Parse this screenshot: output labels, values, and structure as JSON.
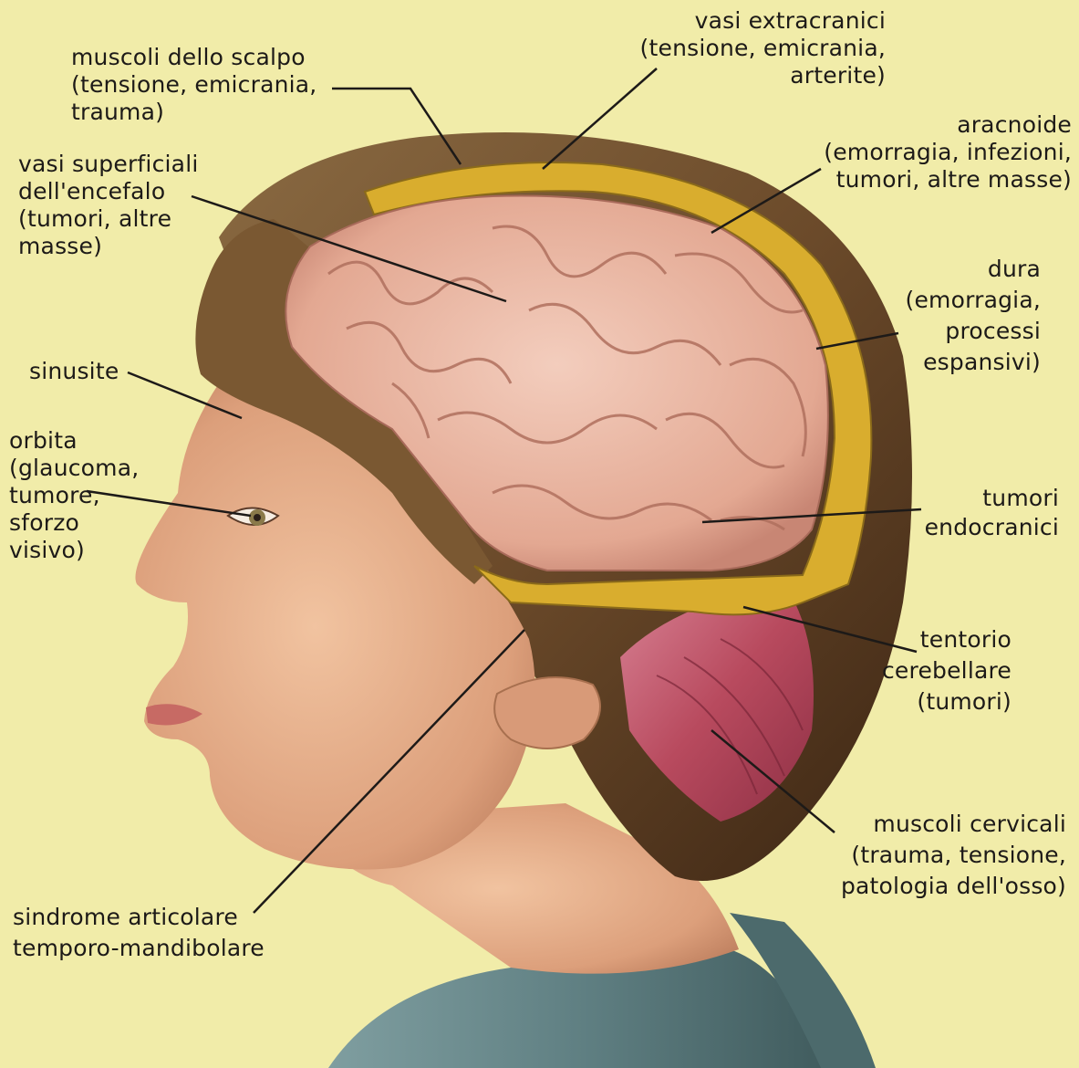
{
  "labels": {
    "muscoli_scalpo": [
      "muscoli dello scalpo",
      "(tensione, emicrania,",
      "trauma)"
    ],
    "vasi_extracranici": [
      "vasi extracranici",
      "(tensione, emicrania,",
      "arterite)"
    ],
    "aracnoide": [
      "aracnoide",
      "(emorragia, infezioni,",
      "tumori, altre masse)"
    ],
    "vasi_superficiali": [
      "vasi superficiali",
      "dell'encefalo",
      "(tumori, altre",
      "masse)"
    ],
    "dura": [
      "dura",
      "(emorragia,",
      "processi",
      "espansivi)"
    ],
    "sinusite": [
      "sinusite"
    ],
    "orbita": [
      "orbita",
      "(glaucoma,",
      "tumore,",
      "sforzo",
      "visivo)"
    ],
    "tumori_endocranici": [
      "tumori",
      "endocranici"
    ],
    "tentorio": [
      "tentorio",
      "cerebellare",
      "(tumori)"
    ],
    "muscoli_cervicali": [
      "muscoli cervicali",
      "(trauma, tensione,",
      "patologia dell'osso)"
    ],
    "sindrome": [
      "sindrome articolare",
      "temporo-mandibolare"
    ]
  },
  "colors": {
    "background": "#f1eca9",
    "hair": "#6b4a2a",
    "skin": "#e0a882",
    "brain": "#e9b7a4",
    "dura_layer": "#d9ad2e",
    "muscle": "#c0566a",
    "shirt": "#5f7f82",
    "leader_line": "#1d1a18"
  }
}
